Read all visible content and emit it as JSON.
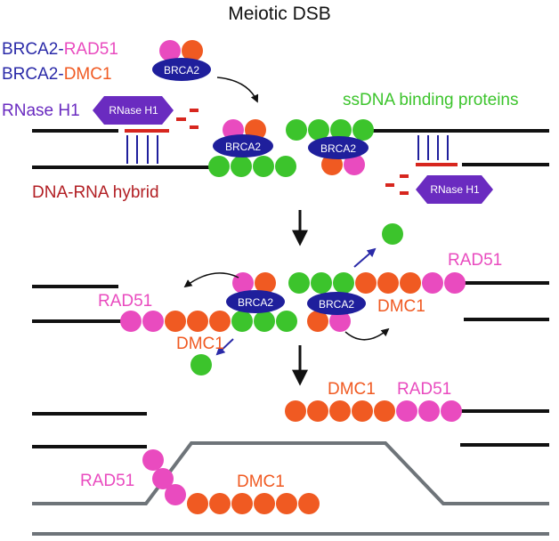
{
  "title": "Meiotic DSB",
  "legend": {
    "brca2": "BRCA2",
    "rad51": "RAD51",
    "dmc1": "DMC1",
    "rnase": "RNase H1",
    "ssdna_binding": "ssDNA binding proteins",
    "hybrid": "DNA-RNA hybrid"
  },
  "labels": {
    "brca2": "BRCA2",
    "rnase": "RNase H1",
    "rad51": "RAD51",
    "dmc1": "DMC1"
  },
  "colors": {
    "rad51": "#e94bbf",
    "dmc1": "#f05a22",
    "ssdna": "#3cc42c",
    "brca2": "#1f1f9c",
    "rnase": "#6a2bc0",
    "hybrid_label": "#b21f24",
    "rna": "#d7261e",
    "dna": "#111111",
    "grey_dna": "#6e7479",
    "blue_text": "#2a2aa8",
    "small_arrow": "#2a2aa8"
  }
}
